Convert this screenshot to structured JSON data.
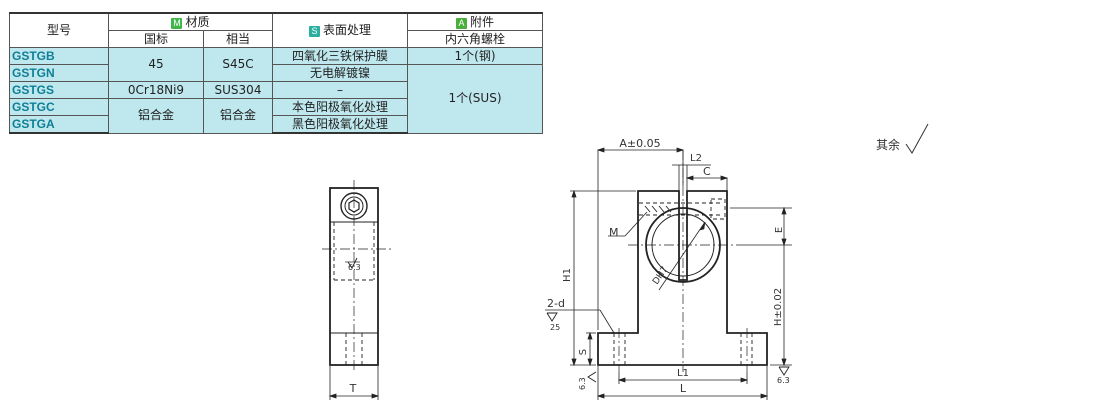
{
  "table": {
    "col_model": "型号",
    "material_badge": "M",
    "material_header": "材质",
    "material_sub": [
      "国标",
      "相当"
    ],
    "surface_badge": "S",
    "surface_header": "表面处理",
    "accessory_badge": "A",
    "accessory_header": "附件",
    "accessory_sub": "内六角螺栓",
    "codes": [
      "GSTGB",
      "GSTGN",
      "GSTGS",
      "GSTGC",
      "GSTGA"
    ],
    "mat_gb": [
      "45",
      "0Cr18Ni9",
      "铝合金"
    ],
    "mat_eq": [
      "S45C",
      "SUS304",
      "铝合金"
    ],
    "surface": [
      "四氧化三铁保护膜",
      "无电解镀镍",
      "–",
      "本色阳极氧化处理",
      "黑色阳极氧化处理"
    ],
    "accessory": [
      "1个(钢)",
      "1个(SUS)"
    ]
  },
  "drawing": {
    "rest_note": "其余",
    "dim_a": "A±0.05",
    "dim_l2": "L2",
    "dim_c": "C",
    "dim_m": "M",
    "dim_e": "E",
    "dim_h1": "H1",
    "dim_d": "DH7",
    "dim_h": "H±0.02",
    "dim_2d": "2-d",
    "dim_s": "S",
    "dim_l1": "L1",
    "dim_l": "L",
    "dim_t": "T",
    "rough_25": "25",
    "rough_63": "6.3"
  }
}
